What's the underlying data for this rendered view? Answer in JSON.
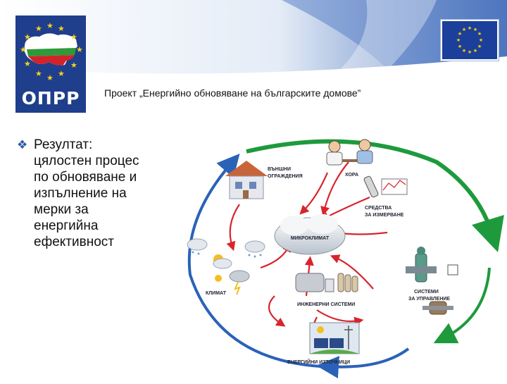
{
  "header": {
    "logo_text": "ОПРР",
    "project_title": "Проект „Енергийно обновяване на българските домове”"
  },
  "content": {
    "bullet_title": "Резултат:",
    "bullet_lines": [
      "цялостен процес",
      "по обновяване и",
      "изпълнение на",
      "мерки за",
      "енергийна",
      "ефективност"
    ]
  },
  "diagram": {
    "center_label": "МИКРОКЛИМАТ",
    "labels": {
      "envelope_1": "ВЪНШНИ",
      "envelope_2": "ОГРАЖДЕНИЯ",
      "people": "ХОРА",
      "measurement_1": "СРЕДСТВА",
      "measurement_2": "ЗА ИЗМЕРВАНЕ",
      "climate": "КЛИМАТ",
      "engineering": "ИНЖЕНЕРНИ СИСТЕМИ",
      "control_1": "СИСТЕМИ",
      "control_2": "ЗА УПРАВЛЕНИЕ",
      "energy_sources": "ЕНЕРГИЙНИ ИЗТОЧНИЦИ"
    },
    "colors": {
      "green_arrow": "#1e9a3c",
      "blue_arrow": "#2a62b8",
      "red_arrow": "#d8242c"
    }
  }
}
